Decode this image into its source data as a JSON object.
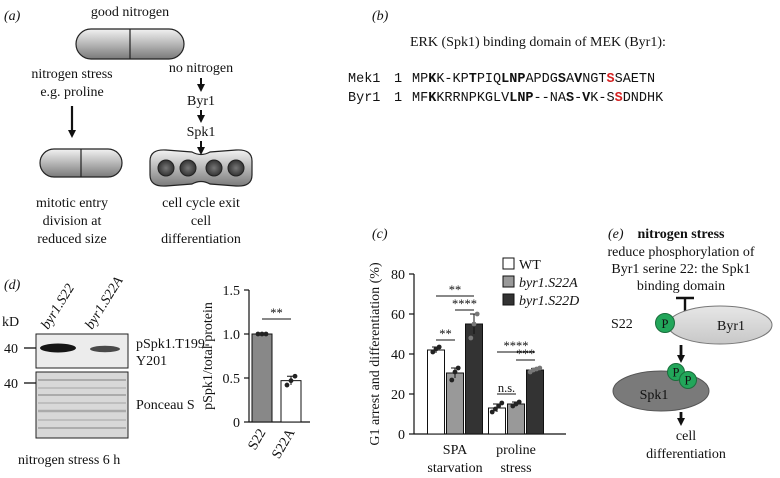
{
  "panel_a": {
    "label": "(a)",
    "good_nitrogen": "good nitrogen",
    "stress_line1": "nitrogen stress",
    "stress_line2": "e.g. proline",
    "no_nitrogen": "no nitrogen",
    "byr1": "Byr1",
    "spk1": "Spk1",
    "mitotic1": "mitotic entry",
    "mitotic2": "division at",
    "mitotic3": "reduced size",
    "exit1": "cell cycle exit",
    "exit2": "cell",
    "exit3": "differentiation"
  },
  "panel_b": {
    "label": "(b)",
    "title": "ERK (Spk1) binding domain of MEK (Byr1):",
    "rows": [
      {
        "name": "Mek1",
        "num": "1",
        "segments": [
          {
            "t": "MP",
            "b": false
          },
          {
            "t": "K",
            "b": true
          },
          {
            "t": "K-KP",
            "b": false
          },
          {
            "t": "T",
            "b": true
          },
          {
            "t": "PIQ",
            "b": false
          },
          {
            "t": "LNP",
            "b": true
          },
          {
            "t": "APDG",
            "b": false
          },
          {
            "t": "S",
            "b": true
          },
          {
            "t": "A",
            "b": false
          },
          {
            "t": "V",
            "b": true
          },
          {
            "t": "NGT",
            "b": false
          },
          {
            "t": "S",
            "b": true,
            "red": true
          },
          {
            "t": "SAETN",
            "b": false
          }
        ]
      },
      {
        "name": "Byr1",
        "num": "1",
        "segments": [
          {
            "t": "MF",
            "b": false
          },
          {
            "t": "K",
            "b": true
          },
          {
            "t": "KRRNPKGLV",
            "b": false
          },
          {
            "t": "LNP",
            "b": true
          },
          {
            "t": "--NA",
            "b": false
          },
          {
            "t": "S",
            "b": true
          },
          {
            "t": "-",
            "b": false
          },
          {
            "t": "V",
            "b": true
          },
          {
            "t": "K-S",
            "b": false
          },
          {
            "t": "S",
            "b": true,
            "red": true
          },
          {
            "t": "DNDHK",
            "b": false
          }
        ]
      }
    ]
  },
  "panel_c": {
    "label": "(c)",
    "chart_data": {
      "type": "bar",
      "ylabel": "G1 arrest and differentiation (%)",
      "ylim": [
        0,
        80
      ],
      "yticks": [
        0,
        20,
        40,
        60,
        80
      ],
      "categories": [
        [
          "SPA",
          "starvation"
        ],
        [
          "proline",
          "stress"
        ]
      ],
      "series": [
        {
          "name": "WT",
          "color": "#ffffff",
          "values": [
            42,
            13
          ],
          "errors": [
            1.5,
            2
          ],
          "points": [
            [
              41,
              42.5,
              43.5
            ],
            [
              11,
              12.5,
              14,
              15.5
            ]
          ]
        },
        {
          "name": "byr1.S22A",
          "color": "#999999",
          "values": [
            30.5,
            15
          ],
          "errors": [
            2.5,
            1
          ],
          "points": [
            [
              27,
              31,
              33
            ],
            [
              14,
              15,
              16
            ]
          ]
        },
        {
          "name": "byr1.S22D",
          "color": "#333333",
          "values": [
            55,
            32
          ],
          "errors": [
            5,
            0.8
          ],
          "points": [
            [
              48,
              55,
              60
            ],
            [
              31,
              32,
              32.5,
              33
            ]
          ]
        }
      ],
      "significance": [
        {
          "text": "**",
          "group": 0,
          "from": 0,
          "to": 2,
          "level": 69
        },
        {
          "text": "****",
          "group": 0,
          "from": 1,
          "to": 2,
          "level": 62
        },
        {
          "text": "**",
          "group": 0,
          "from": 0,
          "to": 1,
          "level": 47
        },
        {
          "text": "****",
          "group": 1,
          "from": 0,
          "to": 2,
          "level": 41
        },
        {
          "text": "***",
          "group": 1,
          "from": 1,
          "to": 2,
          "level": 37
        },
        {
          "text": "n.s.",
          "group": 1,
          "from": 0,
          "to": 1,
          "level": 20
        }
      ]
    }
  },
  "panel_d": {
    "label": "(d)",
    "kd": "kD",
    "lane1": "byr1.S22",
    "lane2": "byr1.S22A",
    "marker1": "40",
    "marker2": "40",
    "band1_line1": "pSpk1.T199-",
    "band1_line2": "Y201",
    "ponceau": "Ponceau S",
    "caption": "nitrogen stress 6 h",
    "chart_data": {
      "type": "bar",
      "ylabel": "pSpk1/total protein",
      "ylim": [
        0,
        1.5
      ],
      "yticks": [
        "0",
        "0.5",
        "1.0",
        "1.5"
      ],
      "ytick_values": [
        0,
        0.5,
        1.0,
        1.5
      ],
      "categories": [
        "S22",
        "S22A"
      ],
      "values": [
        1.0,
        0.47
      ],
      "errors": [
        0,
        0.05
      ],
      "colors": [
        "#888888",
        "#ffffff"
      ],
      "points": [
        [
          1.0,
          1.0,
          1.0
        ],
        [
          0.42,
          0.47,
          0.52
        ]
      ],
      "significance": {
        "text": "**",
        "level": 1.17
      }
    }
  },
  "panel_e": {
    "label": "(e)",
    "title": "nitrogen stress",
    "line1": "reduce phosphorylation of",
    "line2": "Byr1 serine 22: the Spk1",
    "line3": "binding domain",
    "s22": "S22",
    "p": "P",
    "byr1": "Byr1",
    "spk1": "Spk1",
    "result1": "cell",
    "result2": "differentiation",
    "phospho_color": "#22a65a"
  }
}
